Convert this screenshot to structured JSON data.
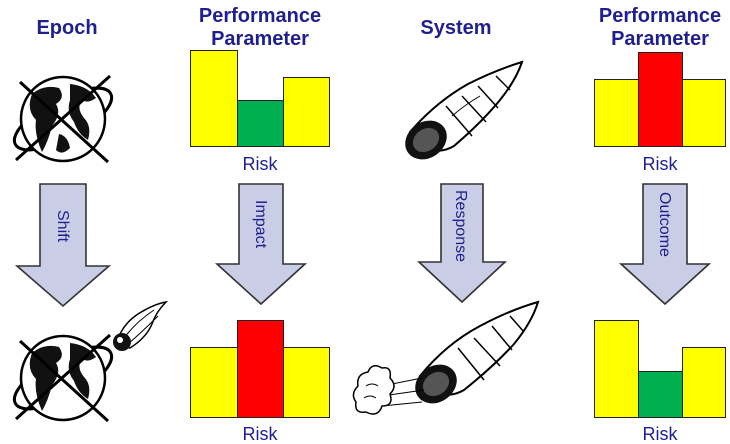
{
  "headers": {
    "epoch": "Epoch",
    "perf1": "Performance\nParameter",
    "system": "System",
    "perf2": "Performance\nParameter"
  },
  "arrows": {
    "shift": "Shift",
    "impact": "Impact",
    "response": "Response",
    "outcome": "Outcome"
  },
  "risk_label": "Risk",
  "colors": {
    "title": "#1f1f8f",
    "yellow": "#ffff00",
    "green": "#00b050",
    "red": "#ff0000",
    "arrow_fill": "#c9cde6"
  },
  "risk_charts": [
    {
      "id": "perf1-top",
      "levels": [
        "high",
        "low",
        "medium"
      ],
      "colors": [
        "yellow",
        "green",
        "yellow"
      ]
    },
    {
      "id": "perf2-top",
      "levels": [
        "medium",
        "high",
        "medium"
      ],
      "colors": [
        "yellow",
        "red",
        "yellow"
      ]
    },
    {
      "id": "perf1-bottom",
      "levels": [
        "medium",
        "high",
        "medium"
      ],
      "colors": [
        "yellow",
        "red",
        "yellow"
      ]
    },
    {
      "id": "perf2-bottom",
      "levels": [
        "high",
        "low",
        "medium"
      ],
      "colors": [
        "yellow",
        "green",
        "yellow"
      ]
    }
  ],
  "icons": [
    "globe-icon",
    "rocket-icon",
    "comet-icon",
    "exhaust-cloud-icon"
  ]
}
